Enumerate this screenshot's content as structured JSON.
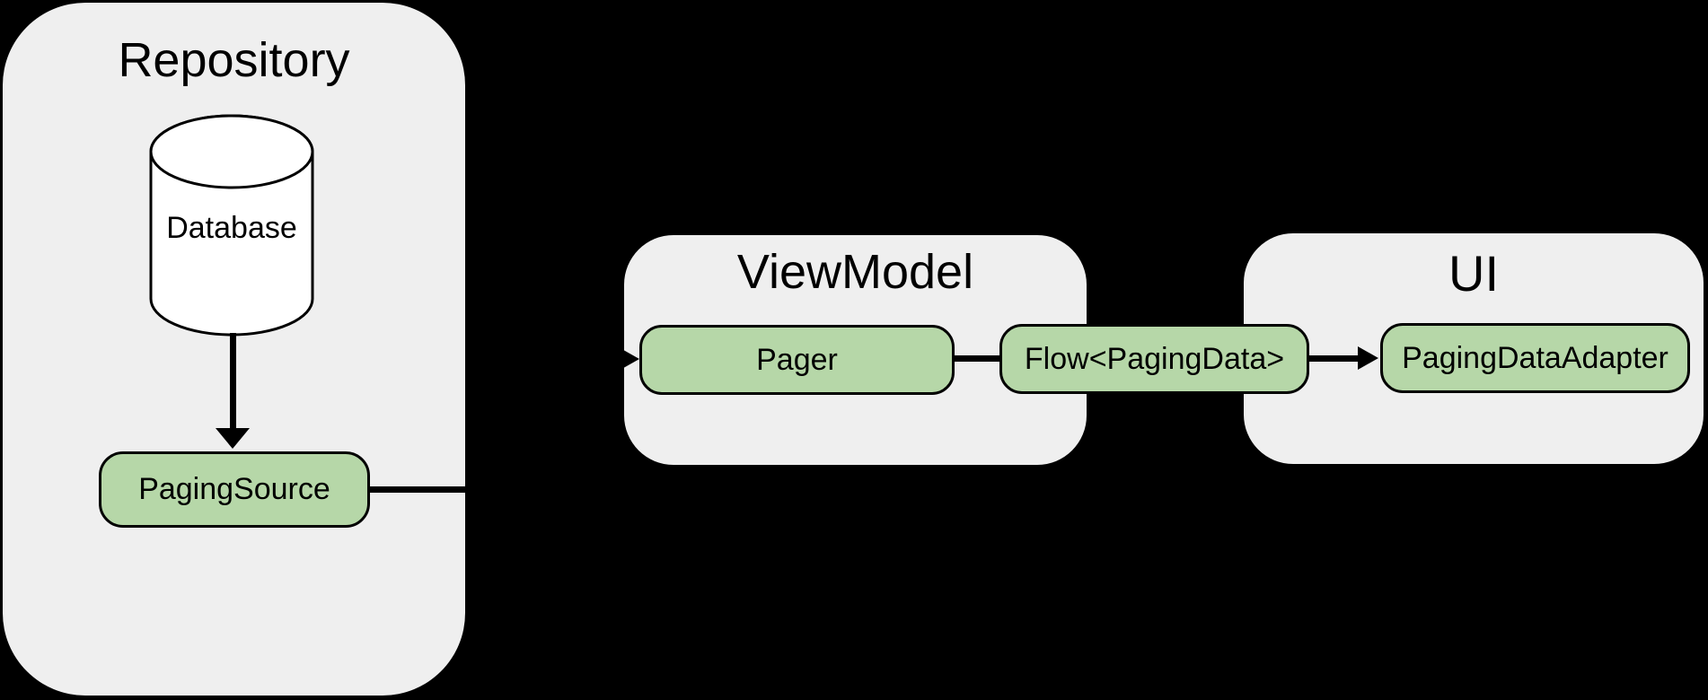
{
  "diagram": {
    "description": "Android Paging library data flow diagram",
    "containers": [
      {
        "id": "repository",
        "title": "Repository"
      },
      {
        "id": "viewmodel",
        "title": "ViewModel"
      },
      {
        "id": "ui",
        "title": "UI"
      }
    ],
    "nodes": [
      {
        "id": "database",
        "label": "Database",
        "shape": "cylinder",
        "container": "repository"
      },
      {
        "id": "paging-source",
        "label": "PagingSource",
        "shape": "rounded-rect",
        "container": "repository"
      },
      {
        "id": "pager",
        "label": "Pager",
        "shape": "rounded-rect",
        "container": "viewmodel"
      },
      {
        "id": "flow-paging-data",
        "label": "Flow<PagingData>",
        "shape": "rounded-rect",
        "container": "between viewmodel and ui"
      },
      {
        "id": "paging-data-adapter",
        "label": "PagingDataAdapter",
        "shape": "rounded-rect",
        "container": "ui"
      }
    ],
    "edges": [
      {
        "from": "database",
        "to": "paging-source",
        "arrow": true
      },
      {
        "from": "paging-source",
        "to": "pager",
        "arrow": true
      },
      {
        "from": "pager",
        "to": "flow-paging-data",
        "arrow": false
      },
      {
        "from": "flow-paging-data",
        "to": "paging-data-adapter",
        "arrow": true
      }
    ],
    "colors": {
      "background": "#000000",
      "container_fill": "#efefef",
      "node_fill": "#b6d7a8",
      "node_border": "#000000",
      "connector": "#000000",
      "text": "#000000",
      "cylinder_fill": "#ffffff"
    }
  }
}
